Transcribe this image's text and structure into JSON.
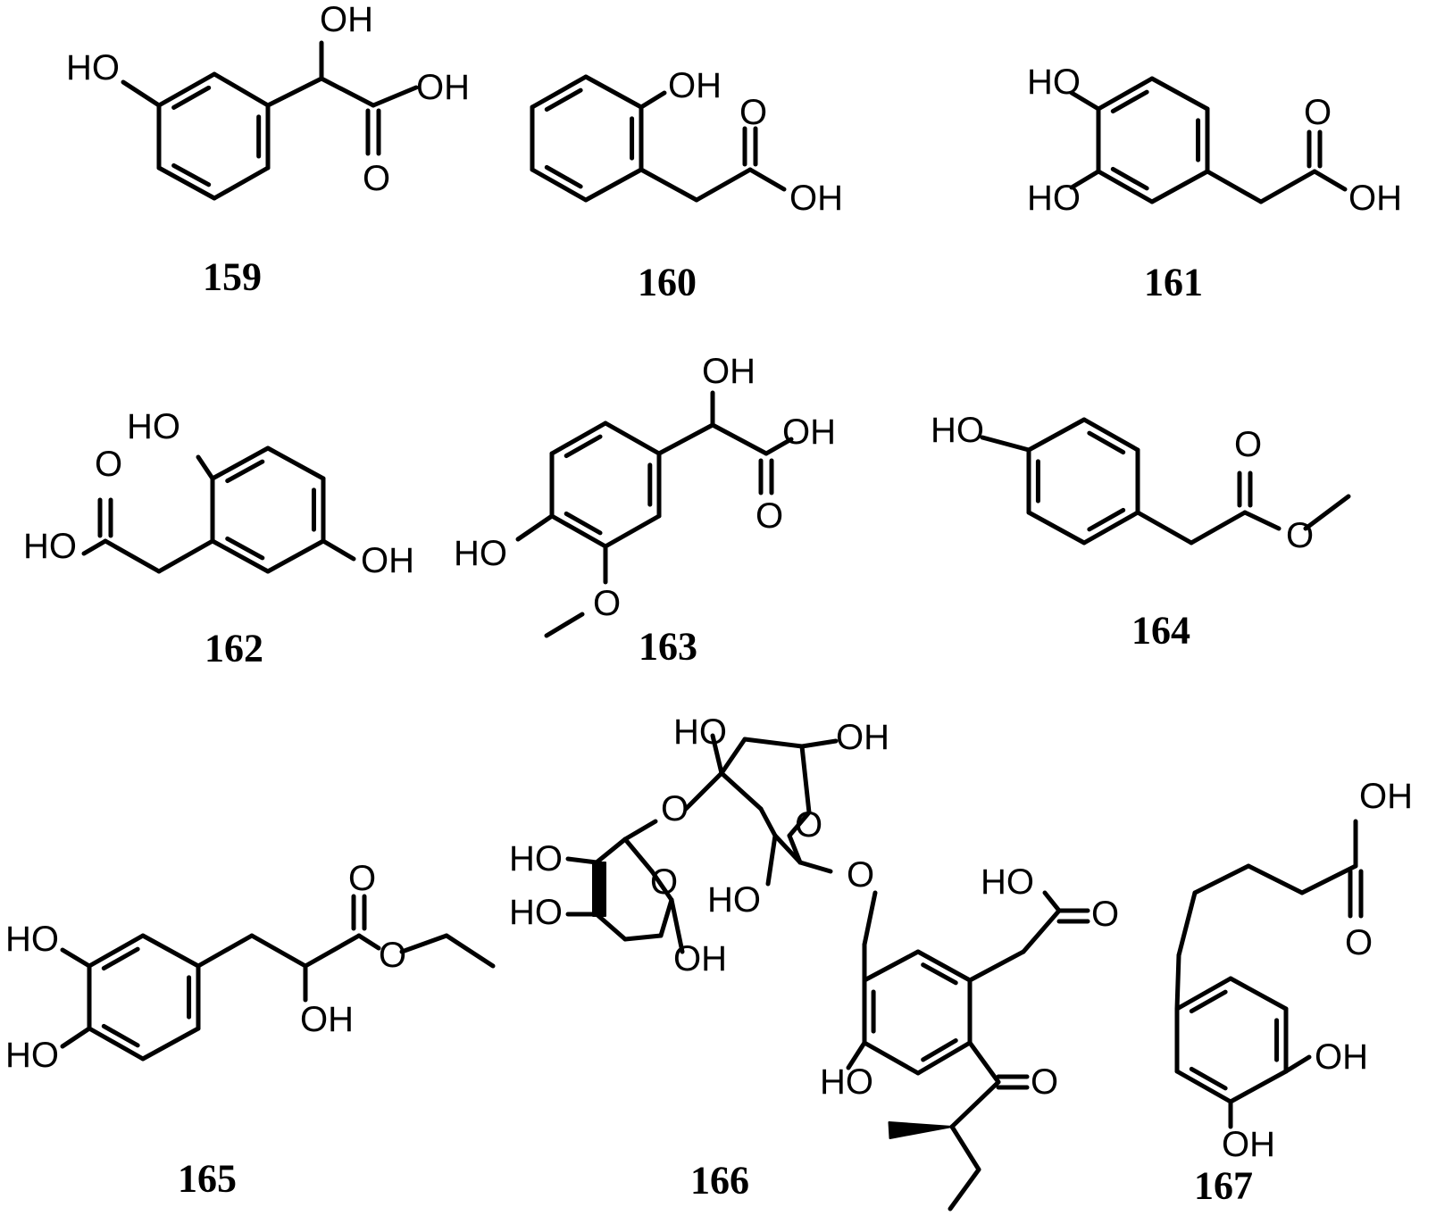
{
  "compound_ids": [
    "159",
    "160",
    "161",
    "162",
    "163",
    "164",
    "165",
    "166",
    "167"
  ],
  "atom_text": {
    "hydroxyl": "OH",
    "hydroxyl_left": "HO",
    "oxygen": "O"
  }
}
